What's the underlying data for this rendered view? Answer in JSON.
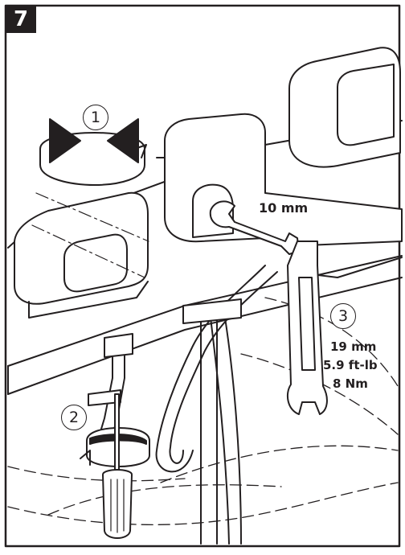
{
  "step": {
    "number": "7"
  },
  "callouts": {
    "one": "1",
    "two": "2",
    "three": "3"
  },
  "spec_wrench_small": {
    "size": "10 mm"
  },
  "spec_wrench_large": {
    "size": "19 mm",
    "torque_ftlb": "5.9 ft-lb",
    "torque_nm": "8 Nm"
  },
  "colors": {
    "line": "#231f20",
    "accent": "#231f20",
    "background": "#ffffff"
  },
  "icons": [
    "rotation-arrow-icon",
    "push-arrows-icon",
    "screwdriver-icon",
    "wrench-icon",
    "open-end-wrench-icon"
  ]
}
